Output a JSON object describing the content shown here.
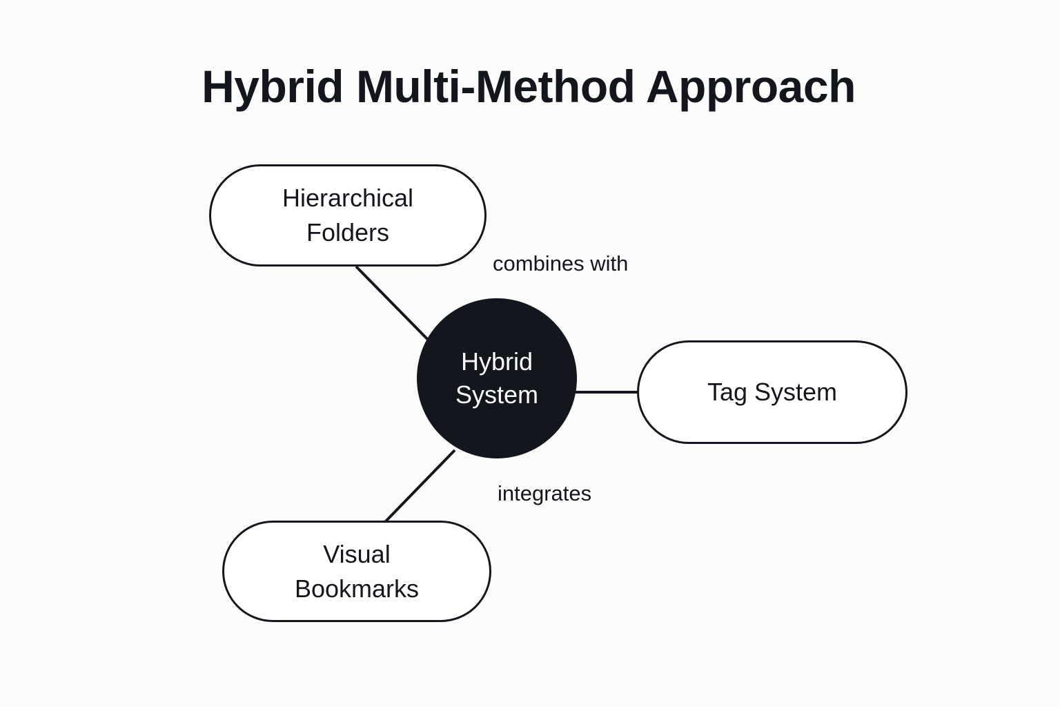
{
  "diagram": {
    "title": "Hybrid Multi-Method Approach",
    "type": "node-link mind map",
    "background_color": "#fbfbfb",
    "ink_color": "#14161d",
    "node_fill_color": "#ffffff",
    "center_node_fill_color": "#14161d",
    "center_node_text_color": "#ffffff",
    "nodes": [
      {
        "id": "hierarchical-folders",
        "label": "Hierarchical\nFolders",
        "shape": "pill",
        "fill": "#ffffff",
        "text_color": "#14161d"
      },
      {
        "id": "hybrid-system",
        "label": "Hybrid\nSystem",
        "shape": "circle",
        "fill": "#14161d",
        "text_color": "#ffffff"
      },
      {
        "id": "tag-system",
        "label": "Tag System",
        "shape": "pill",
        "fill": "#ffffff",
        "text_color": "#14161d"
      },
      {
        "id": "visual-bookmarks",
        "label": "Visual\nBookmarks",
        "shape": "pill",
        "fill": "#ffffff",
        "text_color": "#14161d"
      }
    ],
    "edges": [
      {
        "id": "edge-folders-hybrid",
        "from": "hierarchical-folders",
        "to": "hybrid-system",
        "label": "combines with"
      },
      {
        "id": "edge-hybrid-tag",
        "from": "hybrid-system",
        "to": "tag-system",
        "label": ""
      },
      {
        "id": "edge-hybrid-bookmarks",
        "from": "hybrid-system",
        "to": "visual-bookmarks",
        "label": "integrates"
      }
    ]
  }
}
